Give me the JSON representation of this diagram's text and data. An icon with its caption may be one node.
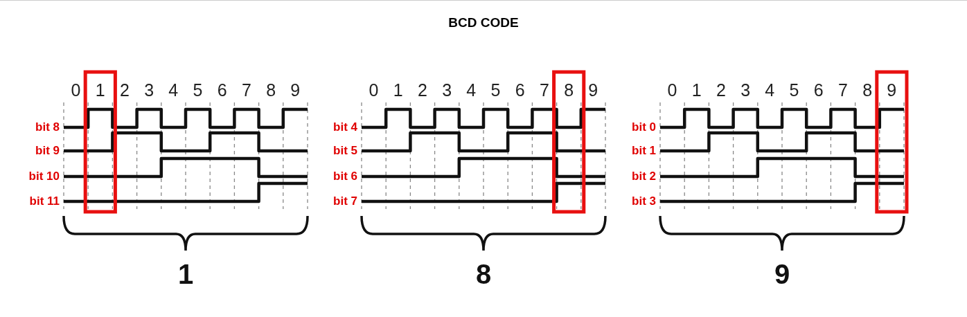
{
  "diagram": {
    "title": "BCD CODE",
    "labels": [
      "0",
      "1",
      "2",
      "3",
      "4",
      "5",
      "6",
      "7",
      "8",
      "9",
      "bit 8",
      "bit 9",
      "bit 10",
      "bit 11",
      "1",
      "0",
      "1",
      "2",
      "3",
      "4",
      "5",
      "6",
      "7",
      "8",
      "9",
      "bit 4",
      "bit 5",
      "bit 6",
      "bit 7",
      "8",
      "0",
      "1",
      "2",
      "3",
      "4",
      "5",
      "6",
      "7",
      "8",
      "9",
      "bit 0",
      "bit 1",
      "bit 2",
      "bit 3",
      "9"
    ]
  }
}
